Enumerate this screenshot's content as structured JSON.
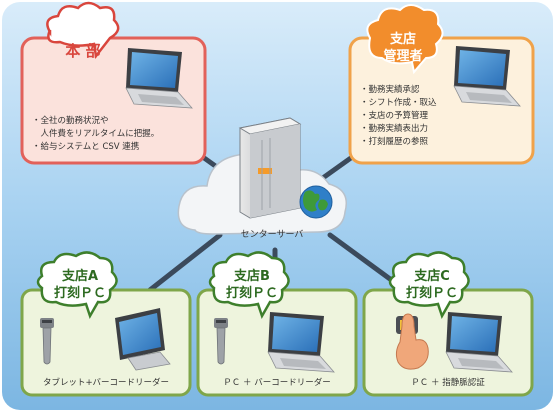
{
  "colors": {
    "sky": "#8ec3ea",
    "hq_fill": "#fbe2dc",
    "hq_border": "#e2615a",
    "mgr_fill": "#fdf1dd",
    "mgr_border": "#f0a24a",
    "branch_fill": "#eef4dd",
    "branch_border": "#7fa64a",
    "connector": "#3b4a5c",
    "bubble_hq": "#d9463d",
    "bubble_mgr": "#f28d2c",
    "bubble_branch": "#3e7f2c"
  },
  "headquarters": {
    "title": "本 部",
    "items": [
      "・全社の勤務状況や",
      "　人件費をリアルタイムに把握。",
      "・給与システムと CSV 連携"
    ],
    "icon": "laptop-icon"
  },
  "branch_manager": {
    "title_line1": "支店",
    "title_line2": "管理者",
    "items": [
      "・勤務実績承認",
      "・シフト作成・取込",
      "・支店の予算管理",
      "・勤務実績表出力",
      "・打刻履歴の参照"
    ],
    "icon": "laptop-icon"
  },
  "center": {
    "label": "センターサーバ",
    "icons": [
      "server-icon",
      "globe-icon",
      "cloud-icon"
    ]
  },
  "branches": [
    {
      "title_line1": "支店A",
      "title_line2": "打刻ＰＣ",
      "caption": "タブレット+バーコードリーダー",
      "icons": [
        "barcode-reader-icon",
        "tablet-icon"
      ]
    },
    {
      "title_line1": "支店B",
      "title_line2": "打刻ＰＣ",
      "caption": "ＰＣ ＋ バーコードリーダー",
      "icons": [
        "barcode-reader-icon",
        "laptop-icon"
      ]
    },
    {
      "title_line1": "支店C",
      "title_line2": "打刻ＰＣ",
      "caption": "ＰＣ ＋ 指静脈認証",
      "icons": [
        "finger-vein-scanner-icon",
        "laptop-icon"
      ]
    }
  ]
}
